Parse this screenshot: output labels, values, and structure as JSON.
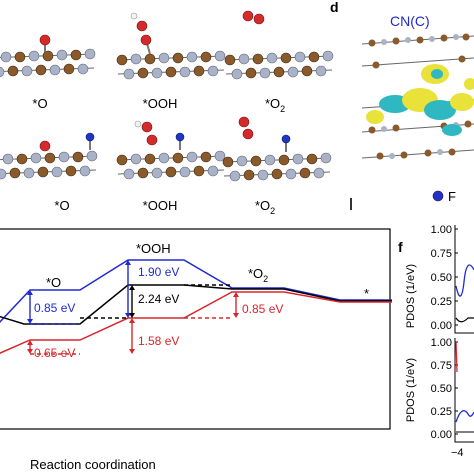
{
  "structures": {
    "top_row": [
      "*O",
      "*OOH",
      "*O2"
    ],
    "bottom_row": [
      "*O",
      "*OOH",
      "*O2"
    ]
  },
  "panel_d": {
    "letter": "d",
    "title": "CN(C)",
    "legend_label": "F"
  },
  "energy_diagram": {
    "xlabel": "Reaction coordination",
    "species_labels": {
      "o": "*O",
      "ooh": "*OOH",
      "o2": "*O2",
      "star": "*"
    },
    "gaps": {
      "blue_o": "0.85 eV",
      "red_o": "0.65 eV",
      "blue_ooh": "1.90 eV",
      "black_ooh": "2.24 eV",
      "red_ooh": "1.58 eV",
      "red_o2": "0.85 eV"
    },
    "colors": {
      "blue": "#1f2bd0",
      "black": "#000000",
      "red": "#d8262c"
    }
  },
  "panel_f": {
    "letter": "f",
    "ylabel": "PDOS (1/eV)",
    "yticks": [
      "1.00",
      "0.75",
      "0.50",
      "0.25",
      "0.00"
    ],
    "xtick": "−4"
  },
  "chart_data": {
    "type": "line",
    "xlabel": "Reaction coordination",
    "ylabel": "",
    "categories": [
      "",
      "*O",
      "",
      "*OOH",
      "*O2",
      "*"
    ],
    "series": [
      {
        "color": "#1f2bd0",
        "values": [
          1.1,
          0.85,
          0,
          1.9,
          0.85,
          0
        ]
      },
      {
        "color": "#000000",
        "values": [
          1.1,
          0.0,
          0,
          2.24,
          0.85,
          0
        ]
      },
      {
        "color": "#d8262c",
        "values": [
          1.1,
          0.65,
          0,
          1.58,
          0.85,
          0
        ]
      }
    ]
  }
}
